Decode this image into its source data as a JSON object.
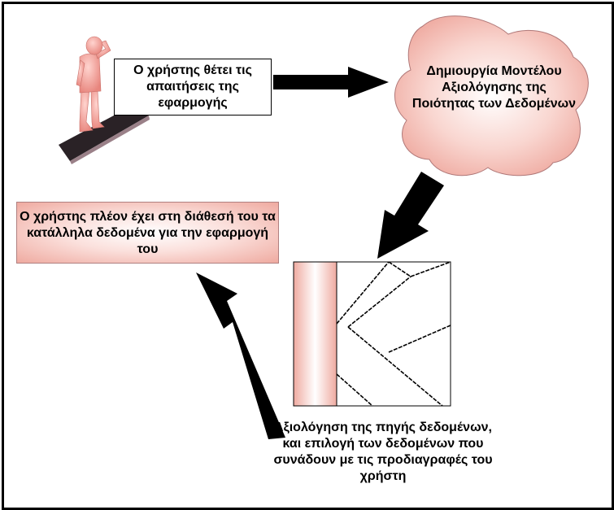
{
  "steps": {
    "requirements": "Ο χρήστης θέτει τις απαιτήσεις της εφαρμογής",
    "model": "Δημιουργία Μοντέλου Αξιολόγησης της Ποιότητας των Δεδομένων",
    "evaluation": "Αξιολόγηση της πηγής δεδομένων, και επιλογή των δεδομένων που συνάδουν με τις προδιαγραφές του χρήστη",
    "result": "Ο χρήστης πλέον έχει στη διάθεσή του τα κατάλληλα δεδομένα για την εφαρμογή του"
  },
  "icons": {
    "user": "person-figure-icon",
    "cloud": "cloud-shape",
    "data_source": "data-source-grid-icon"
  },
  "colors": {
    "pink": "#f2b0a6",
    "figure": "#f0a6a0",
    "arrow": "#000000",
    "road": "#2a2226"
  }
}
